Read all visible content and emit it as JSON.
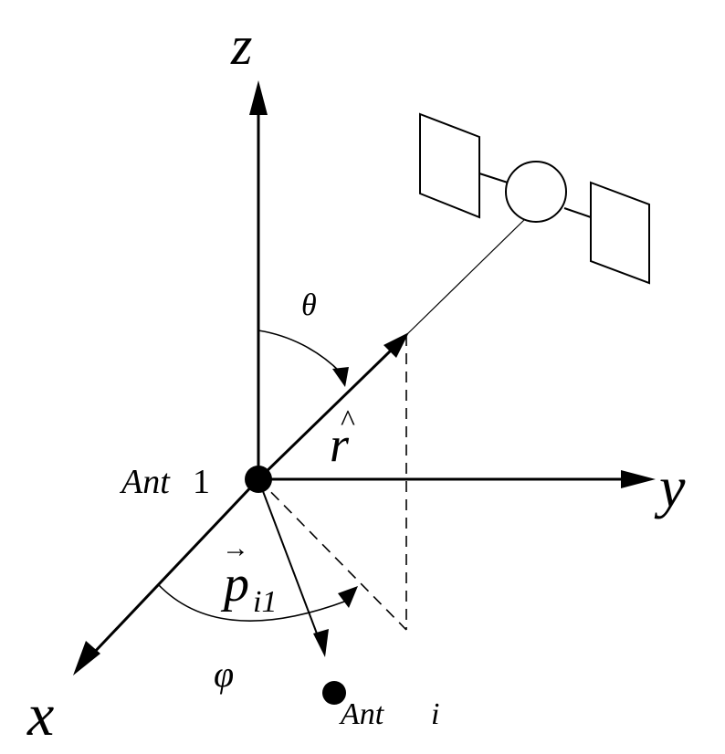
{
  "axes": {
    "z": "z",
    "y": "y",
    "x": "x"
  },
  "angles": {
    "theta": "θ",
    "phi": "φ"
  },
  "vectors": {
    "r": {
      "symbol": "r",
      "accent": "^"
    },
    "p": {
      "symbol": "p",
      "subscript": "i1",
      "accent": "→"
    }
  },
  "antennas": {
    "ant1": {
      "name": "Ant",
      "index": "1"
    },
    "anti": {
      "name": "Ant",
      "index": "i"
    }
  },
  "colors": {
    "ink": "#000000",
    "background": "#ffffff"
  },
  "icons": [
    "satellite-icon"
  ]
}
